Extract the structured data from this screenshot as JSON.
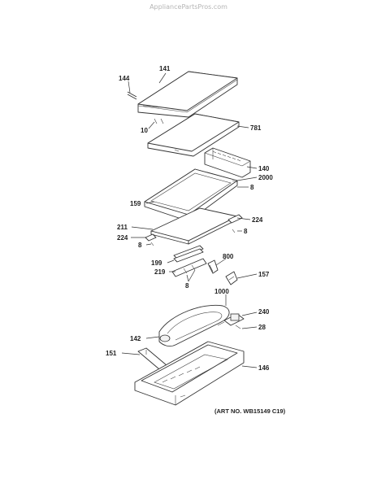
{
  "watermark": "AppliancePartsPros.com",
  "art_number": "(ART NO. WB15149 C19)",
  "labels": {
    "p141": "141",
    "p144": "144",
    "p10": "10",
    "p781": "781",
    "p140": "140",
    "p2000": "2000",
    "p8a": "8",
    "p159": "159",
    "p211": "211",
    "p224a": "224",
    "p224b": "224",
    "p8b": "8",
    "p8c": "8",
    "p800": "800",
    "p199": "199",
    "p219": "219",
    "p157": "157",
    "p8d": "8",
    "p1000": "1000",
    "p240": "240",
    "p28": "28",
    "p142": "142",
    "p151": "151",
    "p146": "146"
  }
}
